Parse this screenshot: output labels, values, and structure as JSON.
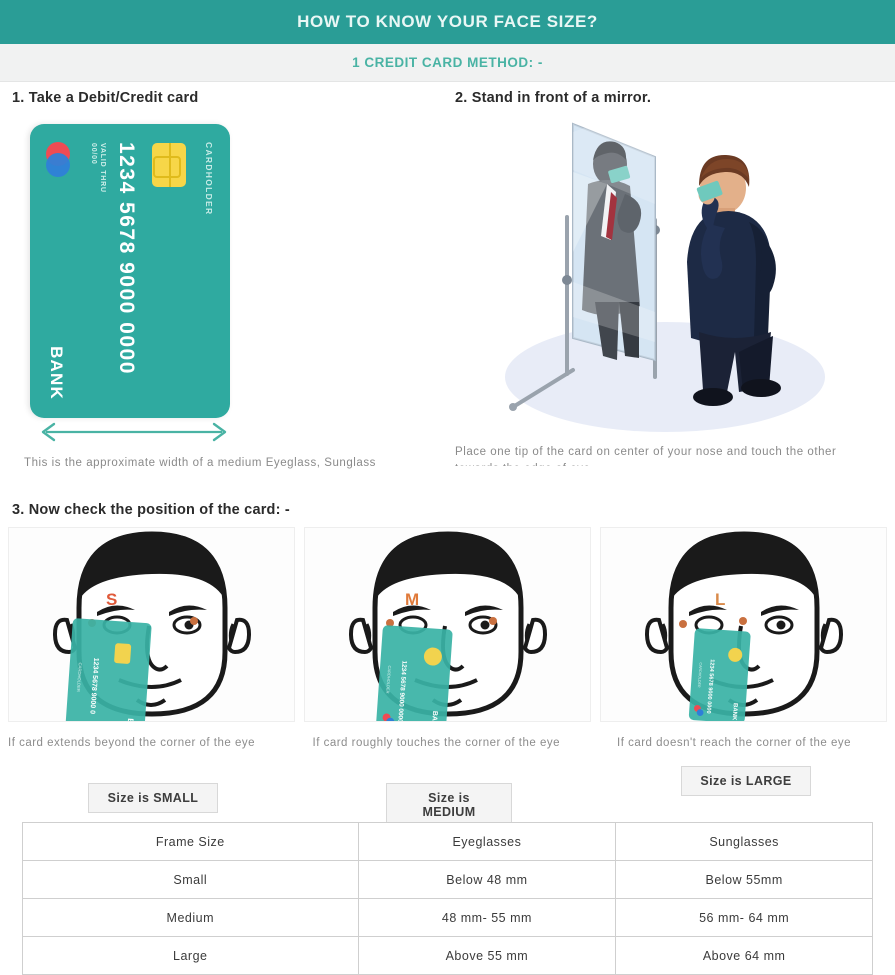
{
  "header": {
    "title": "HOW TO KNOW YOUR FACE SIZE?",
    "subtitle": "1 CREDIT CARD METHOD: -",
    "bar_color": "#2a9d96",
    "accent_color": "#49b3a4"
  },
  "steps": [
    {
      "id": "step-1",
      "heading": "1. Take a Debit/Credit card",
      "caption": "This is the approximate width of a medium Eyeglass, Sunglass"
    },
    {
      "id": "step-2",
      "heading": "2. Stand in front of a mirror.",
      "caption": "Place one tip of the card on center of your nose and touch the other towards the edge of eye"
    },
    {
      "id": "step-3",
      "heading": "3. Now check the position of the card: -"
    }
  ],
  "card": {
    "holder_label": "CARDHOLDER",
    "number": "1234 5678 9000 0000",
    "expiry_label": "VALID THRU",
    "expiry": "00/00",
    "bank": "BANK",
    "color": "#2faaa0",
    "chip_color": "#f7d648",
    "logo_left_color": "#ef4b53",
    "logo_right_color": "#2f7fd8"
  },
  "panels": [
    {
      "marker": "S",
      "marker_color": "#e05a3a",
      "caption": "If card extends beyond the corner of the eye",
      "button": "Size is SMALL"
    },
    {
      "marker": "M",
      "marker_color": "#e07a3a",
      "caption": "If card roughly touches the corner of the eye",
      "button": "Size is MEDIUM"
    },
    {
      "marker": "L",
      "marker_color": "#d98a4a",
      "caption": "If card doesn't reach the corner of the eye",
      "button": "Size is LARGE"
    }
  ],
  "table": {
    "headers": [
      "Frame Size",
      "Eyeglasses",
      "Sunglasses"
    ],
    "rows": [
      [
        "Small",
        "Below 48 mm",
        "Below 55mm"
      ],
      [
        "Medium",
        "48 mm- 55 mm",
        "56 mm- 64 mm"
      ],
      [
        "Large",
        "Above 55 mm",
        "Above 64 mm"
      ]
    ]
  }
}
